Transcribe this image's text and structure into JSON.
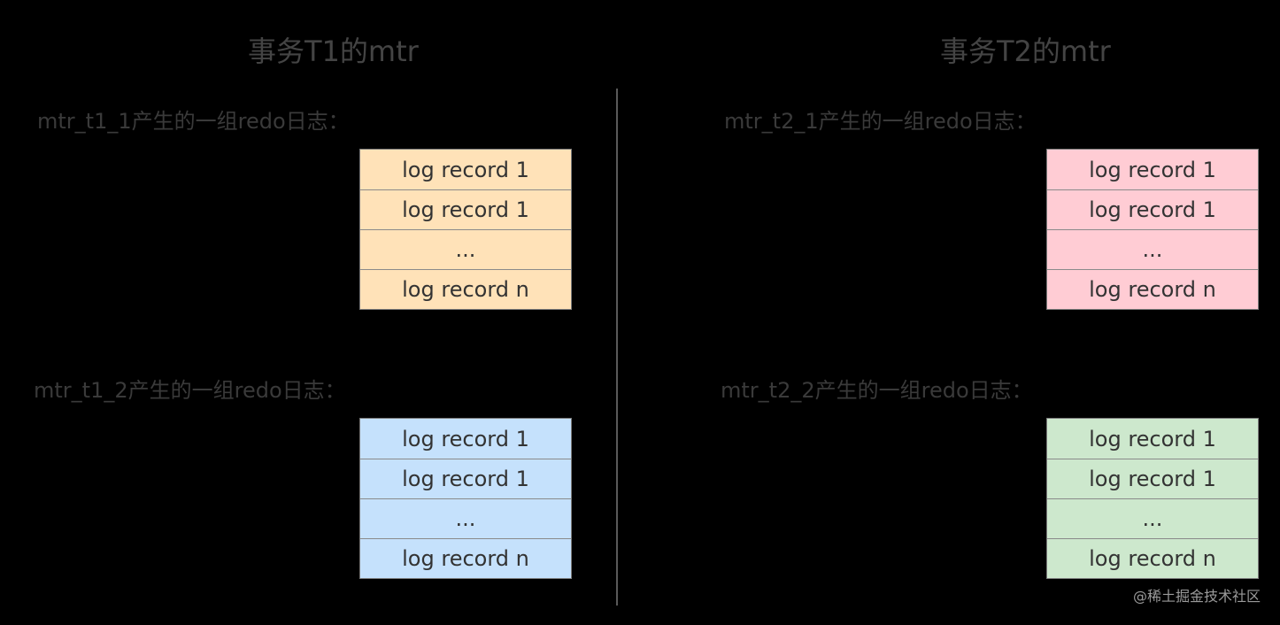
{
  "t1": {
    "title": "事务T1的mtr",
    "groups": [
      {
        "label": "mtr_t1_1产生的一组redo日志：",
        "color": "#ffe2b8",
        "rows": [
          "log record 1",
          "log record 1",
          "...",
          "log record n"
        ]
      },
      {
        "label": "mtr_t1_2产生的一组redo日志：",
        "color": "#c5e1fc",
        "rows": [
          "log record 1",
          "log record 1",
          "...",
          "log record n"
        ]
      }
    ]
  },
  "t2": {
    "title": "事务T2的mtr",
    "groups": [
      {
        "label": "mtr_t2_1产生的一组redo日志：",
        "color": "#ffccd4",
        "rows": [
          "log record 1",
          "log record 1",
          "...",
          "log record n"
        ]
      },
      {
        "label": "mtr_t2_2产生的一组redo日志：",
        "color": "#cde8cd",
        "rows": [
          "log record 1",
          "log record 1",
          "...",
          "log record n"
        ]
      }
    ]
  },
  "watermark": "@稀土掘金技术社区"
}
